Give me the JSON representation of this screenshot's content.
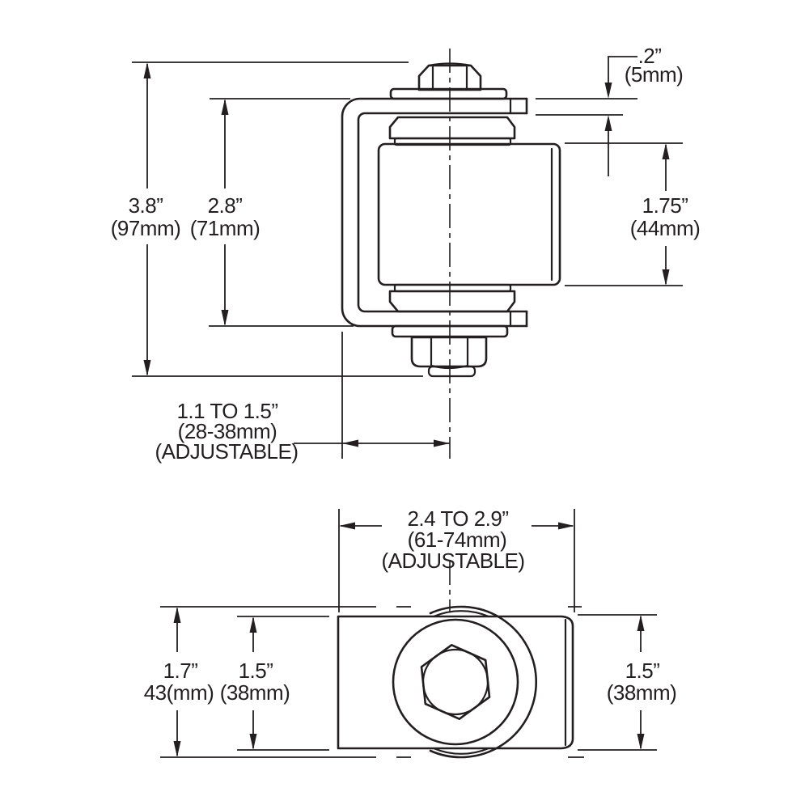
{
  "front_view": {
    "overall_height": {
      "in": "3.8”",
      "mm": "(97mm)"
    },
    "bracket_height": {
      "in": "2.8”",
      "mm": "(71mm)"
    },
    "plate_thickness": {
      "in": ".2”",
      "mm": "(5mm)"
    },
    "barrel_length": {
      "in": "1.75”",
      "mm": "(44mm)"
    },
    "setback": {
      "range": "1.1 TO 1.5”",
      "mm": "(28-38mm)",
      "note": "(ADJUSTABLE)"
    }
  },
  "top_view": {
    "overall_width": {
      "range": "2.4 TO 2.9”",
      "mm": "(61-74mm)",
      "note": "(ADJUSTABLE)"
    },
    "overall_depth": {
      "in": "1.7”",
      "mm": "43(mm)"
    },
    "barrel_width_left": {
      "in": "1.5”",
      "mm": "(38mm)"
    },
    "barrel_width_right": {
      "in": "1.5”",
      "mm": "(38mm)"
    }
  },
  "colors": {
    "line": "#231f20",
    "background": "#ffffff"
  }
}
